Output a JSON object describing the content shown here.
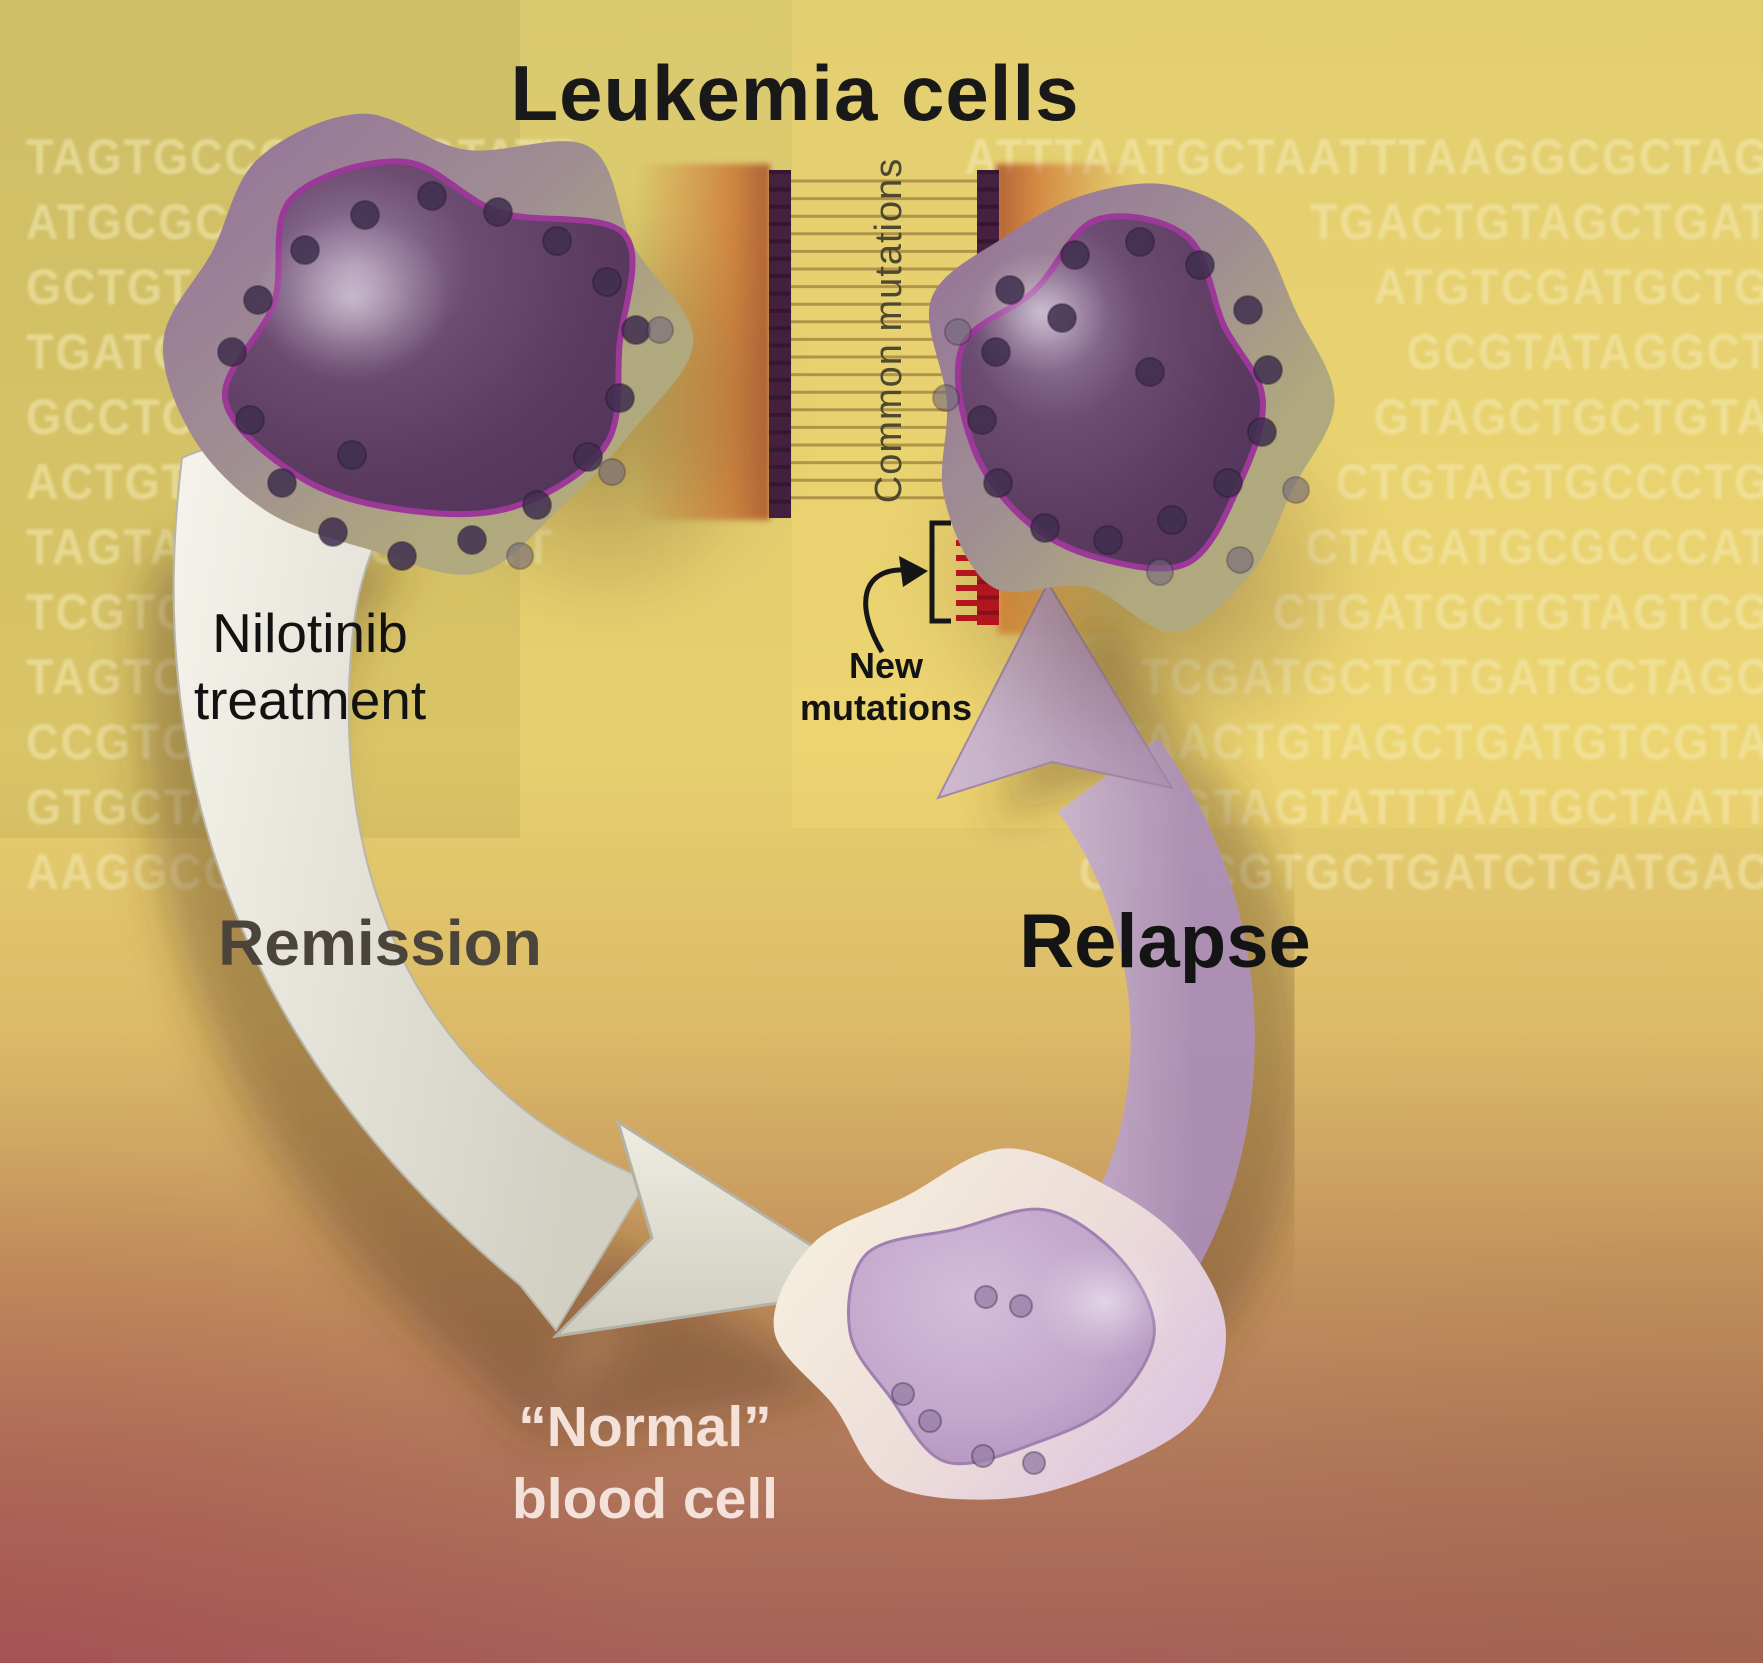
{
  "title": "Leukemia cells",
  "labels": {
    "treatment_line1": "Nilotinib",
    "treatment_line2": "treatment",
    "remission": "Remission",
    "relapse": "Relapse",
    "normal_line1": "“Normal”",
    "normal_line2": "blood cell",
    "common_mutations": "Common mutations",
    "new_line1": "New",
    "new_line2": "mutations"
  },
  "dna_rows": [
    {
      "l": "TAGTGCCCTGTAGTATT",
      "r": "ATTTAATGCTAATTTAAGGCGCTAG"
    },
    {
      "l": "ATGCGCCCA",
      "r": "TGACTGTAGCTGAT"
    },
    {
      "l": "GCTGTAGT",
      "r": "ATGTCGATGCTG"
    },
    {
      "l": "TGATGCTAG",
      "r": "GCGTATAGGCT"
    },
    {
      "l": "GCCTCAGTGC",
      "r": "GTAGCTGCTGTA"
    },
    {
      "l": "ACTGTAGCTGAT",
      "r": "CTGTAGTGCCCTG"
    },
    {
      "l": "TAGTATTAATGCTAATT",
      "r": "CTAGATGCGCCCAT"
    },
    {
      "l": "TCGTGCTGA",
      "r": "CTGATGCTGTAGTCG"
    },
    {
      "l": "TAGTCGCG",
      "r": "TCGATGCTGTGATGCTAGC"
    },
    {
      "l": "CCGTCTAGC",
      "r": "GTAACTGTAGCTGATGTCGTA"
    },
    {
      "l": "GTGCTAGTG",
      "r": "GTAGTATTTAATGCTAATT"
    },
    {
      "l": "AAGGCGCTAG",
      "r": "CATTCGTGCTGATCTGATGAC"
    }
  ],
  "ladder": {
    "rung_count": 19,
    "strand_segment_count": 20,
    "red_segment_count": 7,
    "new_mutation_tick_count": 7
  },
  "colors": {
    "background_top": "#d9c96f",
    "background_bottom": "#a56059",
    "dna_text": "#f4ebb4",
    "strand_bar": "#45203f",
    "new_mutation_red": "#c01220",
    "remission_arrow": "#e9e7dc",
    "relapse_arrow": "#b89fc6",
    "leukemia_nucleus": "#5c3b61",
    "leukemia_membrane": "#b0a87e",
    "nucleus_outline_magenta": "#9c3898",
    "normal_cell_membrane": "#f6f0dd",
    "normal_cell_nucleus": "#c3a7cc"
  }
}
